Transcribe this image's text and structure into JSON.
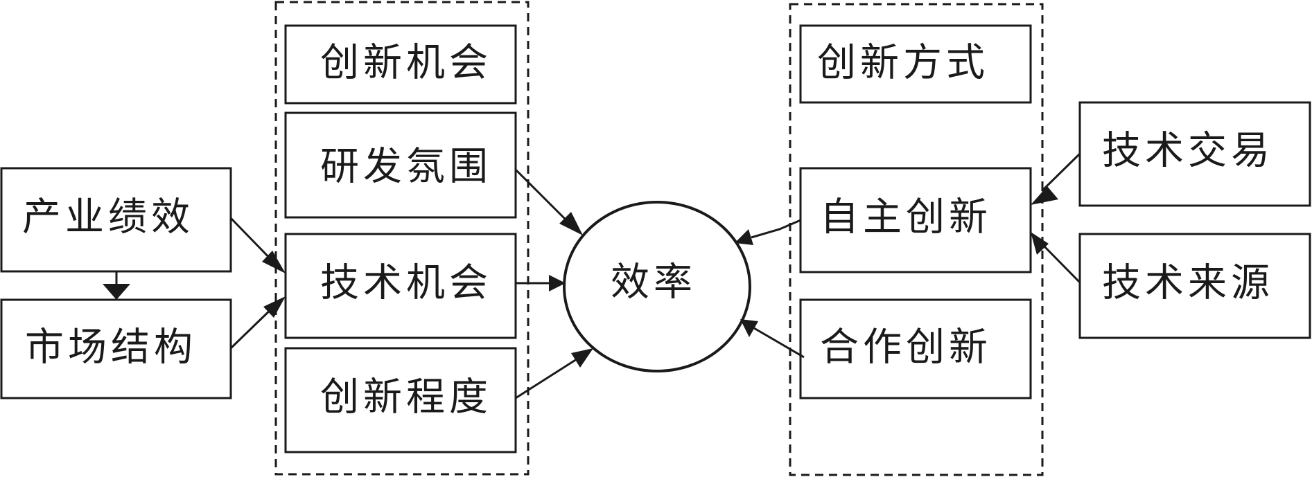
{
  "nodes": {
    "industry_performance": "产业绩效",
    "market_structure": "市场结构",
    "innovation_opportunity": "创新机会",
    "rd_atmosphere": "研发氛围",
    "technology_opportunity": "技术机会",
    "innovation_degree": "创新程度",
    "efficiency": "效率",
    "innovation_mode": "创新方式",
    "independent_innovation": "自主创新",
    "cooperative_innovation": "合作创新",
    "technology_trade": "技术交易",
    "technology_source": "技术来源"
  },
  "colors": {
    "stroke": "#1a1a1a",
    "background": "#ffffff"
  }
}
